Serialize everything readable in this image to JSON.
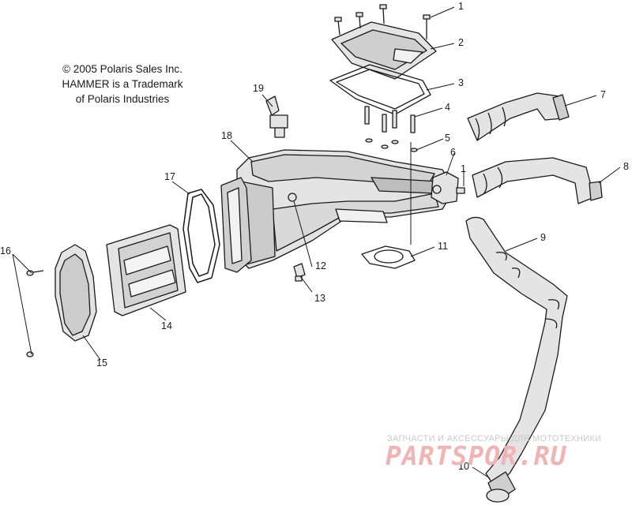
{
  "notice": {
    "line1": "© 2005 Polaris Sales Inc.",
    "line2": "HAMMER is a Trademark",
    "line3": "of Polaris Industries"
  },
  "callouts": [
    "1",
    "2",
    "3",
    "4",
    "5",
    "6",
    "1",
    "7",
    "8",
    "9",
    "10",
    "11",
    "12",
    "13",
    "14",
    "15",
    "16",
    "17",
    "18",
    "19"
  ],
  "watermark": {
    "tagline": "ЗАПЧАСТИ И АКСЕССУАРЫ ДЛЯ МОТОТЕХНИКИ",
    "logo": "PARTSPOR.RU"
  },
  "colors": {
    "ink": "#1a1a1a",
    "part_fill": "#e4e4e4",
    "shade": "#bdbdbd",
    "watermark_logo": "#f1b3b3"
  }
}
